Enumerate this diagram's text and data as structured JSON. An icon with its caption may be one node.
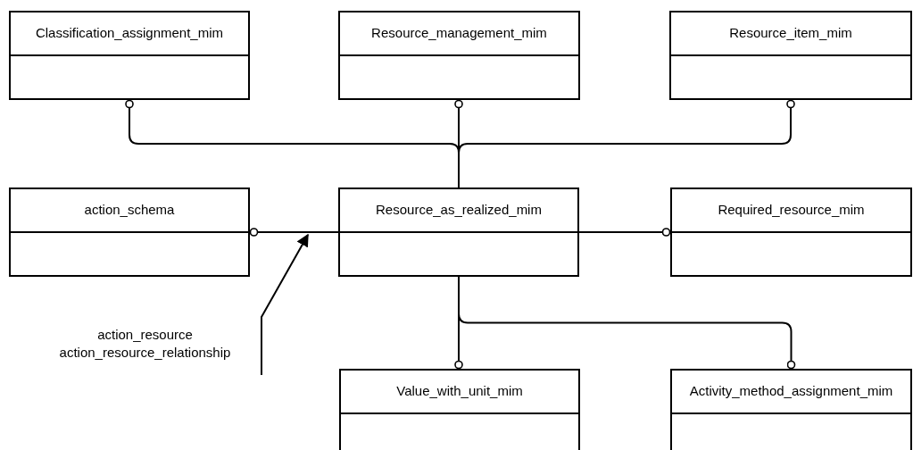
{
  "diagram": {
    "nodes": [
      {
        "text": [
          "Classification_assignment_mim"
        ]
      },
      {
        "text": [
          "Resource_management_mim"
        ]
      },
      {
        "text": [
          "Resource_item_mim"
        ]
      },
      {
        "text": [
          "action_schema"
        ]
      },
      {
        "text": [
          "Resource_as_realized_mim"
        ]
      },
      {
        "text": [
          "Required_resource_mim"
        ]
      },
      {
        "text": [
          "Value_with_unit_mim"
        ]
      },
      {
        "text": [
          "action_resource action_resource_relationship"
        ]
      },
      {
        "text": [
          "Activity_method_assignment_mim"
        ]
      }
    ],
    "edges": [
      {
        "from": 4,
        "to": 0,
        "arrow": "other"
      },
      {
        "from": 4,
        "to": 1,
        "arrow": "other"
      },
      {
        "from": 4,
        "to": 2,
        "arrow": "other"
      },
      {
        "from": 4,
        "to": 3,
        "arrow": "other"
      },
      {
        "from": 4,
        "to": 5,
        "arrow": "other"
      },
      {
        "from": 4,
        "to": 6,
        "arrow": "other"
      },
      {
        "from": 4,
        "to": 8,
        "arrow": "other"
      },
      {
        "from": 7,
        "to": null,
        "arrow": "to"
      }
    ]
  }
}
